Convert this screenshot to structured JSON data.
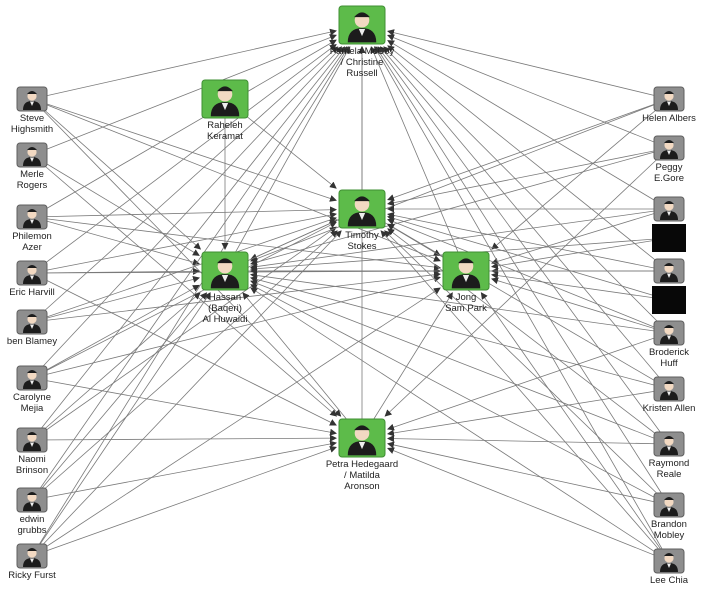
{
  "colors": {
    "edge": "#7a7a7a",
    "arrow": "#333333",
    "hub_tile": "#5dbb4a",
    "hub_tile_border": "#3f8f33",
    "leaf_tile": "#8e8e8e",
    "leaf_tile_border": "#5f5f5f",
    "redacted": "#080808",
    "figure": "#1c1c1c",
    "face": "#f2d9c2"
  },
  "nodes": [
    {
      "id": "pamela",
      "type": "hub",
      "lines": [
        "Pamela McCoy",
        "/ Christine",
        "Russell"
      ]
    },
    {
      "id": "raheleh",
      "type": "hub",
      "lines": [
        "Raheleh",
        "Keramat"
      ]
    },
    {
      "id": "timothy",
      "type": "hub",
      "lines": [
        "Timothy",
        "Stokes"
      ]
    },
    {
      "id": "hassan",
      "type": "hub",
      "lines": [
        "Hassan",
        "(Baqeri)",
        "Al Huwaidi"
      ]
    },
    {
      "id": "jong",
      "type": "hub",
      "lines": [
        "Jong",
        "Sam Park"
      ]
    },
    {
      "id": "petra",
      "type": "hub",
      "lines": [
        "Petra Hedegaard",
        "/ Matilda",
        "Aronson"
      ]
    },
    {
      "id": "steve",
      "type": "leaf",
      "lines": [
        "Steve",
        "Highsmith"
      ]
    },
    {
      "id": "merle",
      "type": "leaf",
      "lines": [
        "Merle",
        "Rogers"
      ]
    },
    {
      "id": "philemon",
      "type": "leaf",
      "lines": [
        "Philemon",
        "Azer"
      ]
    },
    {
      "id": "eric",
      "type": "leaf",
      "lines": [
        "Eric Harvill"
      ]
    },
    {
      "id": "ben",
      "type": "leaf",
      "lines": [
        "ben Blamey"
      ]
    },
    {
      "id": "carolyne",
      "type": "leaf",
      "lines": [
        "Carolyne",
        "Mejia"
      ]
    },
    {
      "id": "naomi",
      "type": "leaf",
      "lines": [
        "Naomi",
        "Brinson"
      ]
    },
    {
      "id": "edwin",
      "type": "leaf",
      "lines": [
        "edwin",
        "grubbs"
      ]
    },
    {
      "id": "ricky",
      "type": "leaf",
      "lines": [
        "Ricky Furst"
      ]
    },
    {
      "id": "helen",
      "type": "leaf",
      "lines": [
        "Helen Albers"
      ]
    },
    {
      "id": "peggy",
      "type": "leaf",
      "lines": [
        "Peggy",
        "E.Gore"
      ]
    },
    {
      "id": "r_unnamed1",
      "type": "leaf",
      "lines": []
    },
    {
      "id": "r_black1",
      "type": "redacted",
      "lines": []
    },
    {
      "id": "r_unnamed2",
      "type": "leaf",
      "lines": []
    },
    {
      "id": "r_black2",
      "type": "redacted",
      "lines": []
    },
    {
      "id": "broderick",
      "type": "leaf",
      "lines": [
        "Broderick",
        "Huff"
      ]
    },
    {
      "id": "kristen",
      "type": "leaf",
      "lines": [
        "Kristen Allen"
      ]
    },
    {
      "id": "raymond",
      "type": "leaf",
      "lines": [
        "Raymond",
        "Reale"
      ]
    },
    {
      "id": "brandon",
      "type": "leaf",
      "lines": [
        "Brandon",
        "Mobley"
      ]
    },
    {
      "id": "lee",
      "type": "leaf",
      "lines": [
        "Lee Chia"
      ]
    }
  ],
  "edges": [
    [
      "steve",
      "pamela"
    ],
    [
      "steve",
      "timothy"
    ],
    [
      "steve",
      "hassan"
    ],
    [
      "steve",
      "petra"
    ],
    [
      "steve",
      "jong"
    ],
    [
      "merle",
      "pamela"
    ],
    [
      "merle",
      "hassan"
    ],
    [
      "merle",
      "petra"
    ],
    [
      "philemon",
      "pamela"
    ],
    [
      "philemon",
      "timothy"
    ],
    [
      "philemon",
      "hassan"
    ],
    [
      "philemon",
      "jong"
    ],
    [
      "eric",
      "pamela"
    ],
    [
      "eric",
      "hassan"
    ],
    [
      "eric",
      "timothy"
    ],
    [
      "eric",
      "petra"
    ],
    [
      "eric",
      "jong"
    ],
    [
      "ben",
      "pamela"
    ],
    [
      "ben",
      "hassan"
    ],
    [
      "ben",
      "timothy"
    ],
    [
      "ben",
      "jong"
    ],
    [
      "carolyne",
      "pamela"
    ],
    [
      "carolyne",
      "hassan"
    ],
    [
      "carolyne",
      "petra"
    ],
    [
      "carolyne",
      "timothy"
    ],
    [
      "carolyne",
      "jong"
    ],
    [
      "naomi",
      "pamela"
    ],
    [
      "naomi",
      "hassan"
    ],
    [
      "naomi",
      "petra"
    ],
    [
      "naomi",
      "timothy"
    ],
    [
      "edwin",
      "pamela"
    ],
    [
      "edwin",
      "hassan"
    ],
    [
      "edwin",
      "petra"
    ],
    [
      "edwin",
      "timothy"
    ],
    [
      "ricky",
      "pamela"
    ],
    [
      "ricky",
      "hassan"
    ],
    [
      "ricky",
      "petra"
    ],
    [
      "ricky",
      "timothy"
    ],
    [
      "ricky",
      "jong"
    ],
    [
      "helen",
      "pamela"
    ],
    [
      "helen",
      "timothy"
    ],
    [
      "helen",
      "hassan"
    ],
    [
      "helen",
      "jong"
    ],
    [
      "peggy",
      "pamela"
    ],
    [
      "peggy",
      "timothy"
    ],
    [
      "peggy",
      "hassan"
    ],
    [
      "peggy",
      "petra"
    ],
    [
      "r_unnamed1",
      "pamela"
    ],
    [
      "r_unnamed1",
      "jong"
    ],
    [
      "r_unnamed1",
      "hassan"
    ],
    [
      "r_unnamed1",
      "timothy"
    ],
    [
      "r_black1",
      "jong"
    ],
    [
      "r_black1",
      "hassan"
    ],
    [
      "r_unnamed2",
      "pamela"
    ],
    [
      "r_unnamed2",
      "jong"
    ],
    [
      "r_unnamed2",
      "timothy"
    ],
    [
      "r_unnamed2",
      "hassan"
    ],
    [
      "r_black2",
      "jong"
    ],
    [
      "r_black2",
      "timothy"
    ],
    [
      "broderick",
      "pamela"
    ],
    [
      "broderick",
      "hassan"
    ],
    [
      "broderick",
      "jong"
    ],
    [
      "broderick",
      "petra"
    ],
    [
      "broderick",
      "timothy"
    ],
    [
      "kristen",
      "pamela"
    ],
    [
      "kristen",
      "hassan"
    ],
    [
      "kristen",
      "petra"
    ],
    [
      "kristen",
      "timothy"
    ],
    [
      "raymond",
      "pamela"
    ],
    [
      "raymond",
      "hassan"
    ],
    [
      "raymond",
      "petra"
    ],
    [
      "raymond",
      "timothy"
    ],
    [
      "brandon",
      "pamela"
    ],
    [
      "brandon",
      "petra"
    ],
    [
      "brandon",
      "hassan"
    ],
    [
      "brandon",
      "timothy"
    ],
    [
      "lee",
      "pamela"
    ],
    [
      "lee",
      "petra"
    ],
    [
      "lee",
      "hassan"
    ],
    [
      "lee",
      "timothy"
    ],
    [
      "lee",
      "jong"
    ],
    [
      "raheleh",
      "hassan"
    ],
    [
      "raheleh",
      "timothy"
    ],
    [
      "timothy",
      "pamela"
    ],
    [
      "timothy",
      "hassan"
    ],
    [
      "timothy",
      "jong"
    ],
    [
      "hassan",
      "pamela"
    ],
    [
      "hassan",
      "jong"
    ],
    [
      "hassan",
      "timothy"
    ],
    [
      "jong",
      "pamela"
    ],
    [
      "jong",
      "hassan"
    ],
    [
      "jong",
      "timothy"
    ],
    [
      "petra",
      "pamela"
    ],
    [
      "petra",
      "hassan"
    ],
    [
      "petra",
      "jong"
    ]
  ]
}
